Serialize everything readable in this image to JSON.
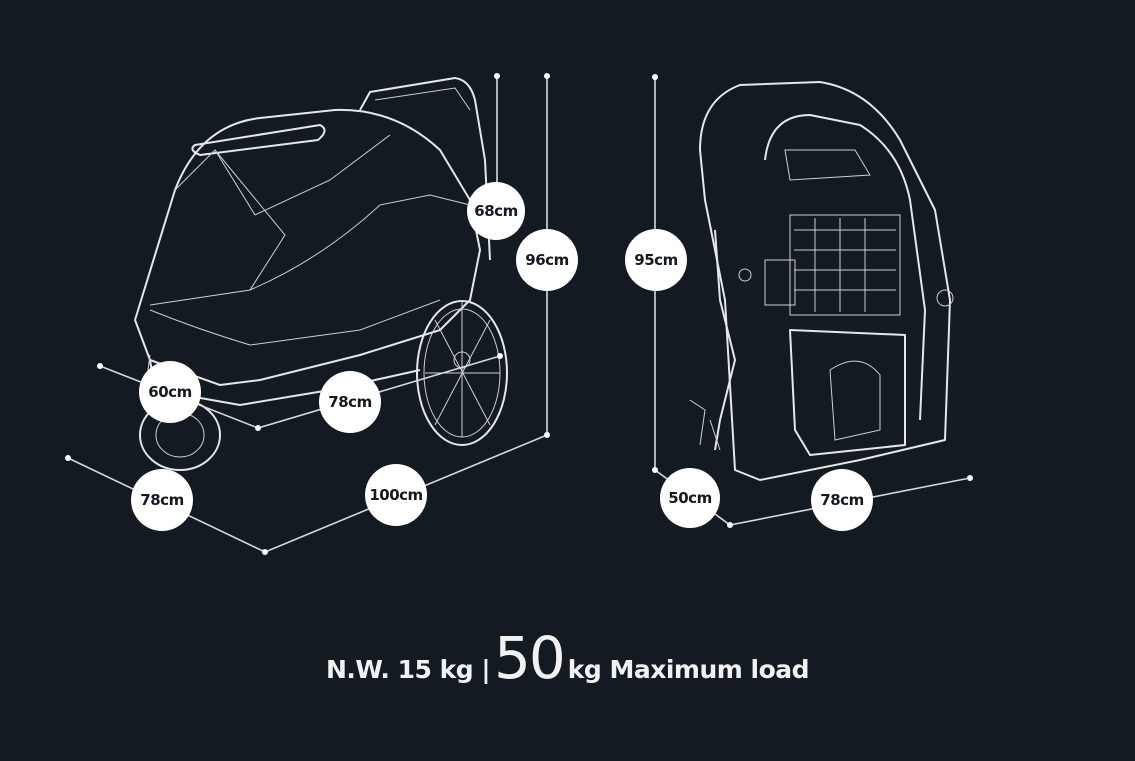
{
  "dimensions": {
    "stroller": {
      "canopy_height": "68cm",
      "total_height": "96cm",
      "front_width": "60cm",
      "body_length": "78cm",
      "wheel_width": "78cm",
      "total_length": "100cm"
    },
    "folded": {
      "height": "95cm",
      "depth": "50cm",
      "width": "78cm"
    }
  },
  "caption": {
    "net_weight": "N.W. 15 kg |",
    "max_load_value": "50",
    "max_load_label": "kg Maximum load"
  },
  "colors": {
    "background": "#131a22",
    "foreground": "#ffffff"
  }
}
